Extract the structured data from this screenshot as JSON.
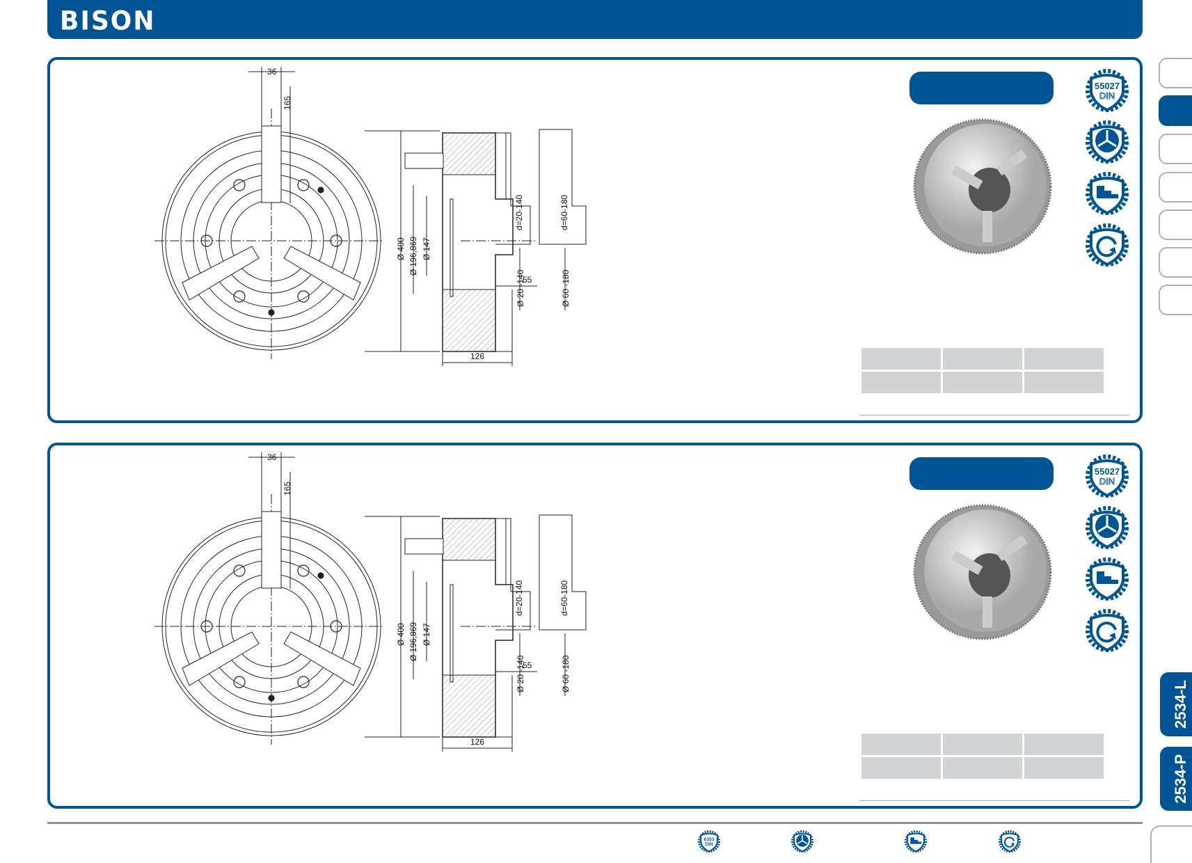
{
  "brand": {
    "logo_text": "BISON"
  },
  "drawing": {
    "labels": {
      "slot_width": "36",
      "slot_depth": "165",
      "d_outer": "Ø 400",
      "d_pitch": "Ø 196,869",
      "d_spigot": "Ø 147",
      "jaw_range_1": "d=20-140",
      "jaw_range_2": "d=60-180",
      "grip_range_1": "Ø 20 -140",
      "grip_range_2": "Ø 60 -180",
      "jaw_height": "55",
      "body_height": "126"
    }
  },
  "badges": [
    {
      "icon": "din-55027-badge",
      "number": "55027",
      "text": "DIN"
    },
    {
      "icon": "three-jaw-badge"
    },
    {
      "icon": "stepped-jaw-badge"
    },
    {
      "icon": "rotation-badge"
    }
  ],
  "footer_badges": [
    {
      "icon": "din-6353-badge",
      "number": "6353",
      "text": "DIN"
    },
    {
      "icon": "three-jaw-badge"
    },
    {
      "icon": "stepped-jaw-badge"
    },
    {
      "icon": "rotation-badge"
    }
  ],
  "side_tabs": {
    "tab_l": "2534-L",
    "tab_p": "2534-P"
  },
  "colors": {
    "brand": "#005596",
    "table_cell": "#d2d3d5",
    "tab_border": "#b0b0b0"
  }
}
